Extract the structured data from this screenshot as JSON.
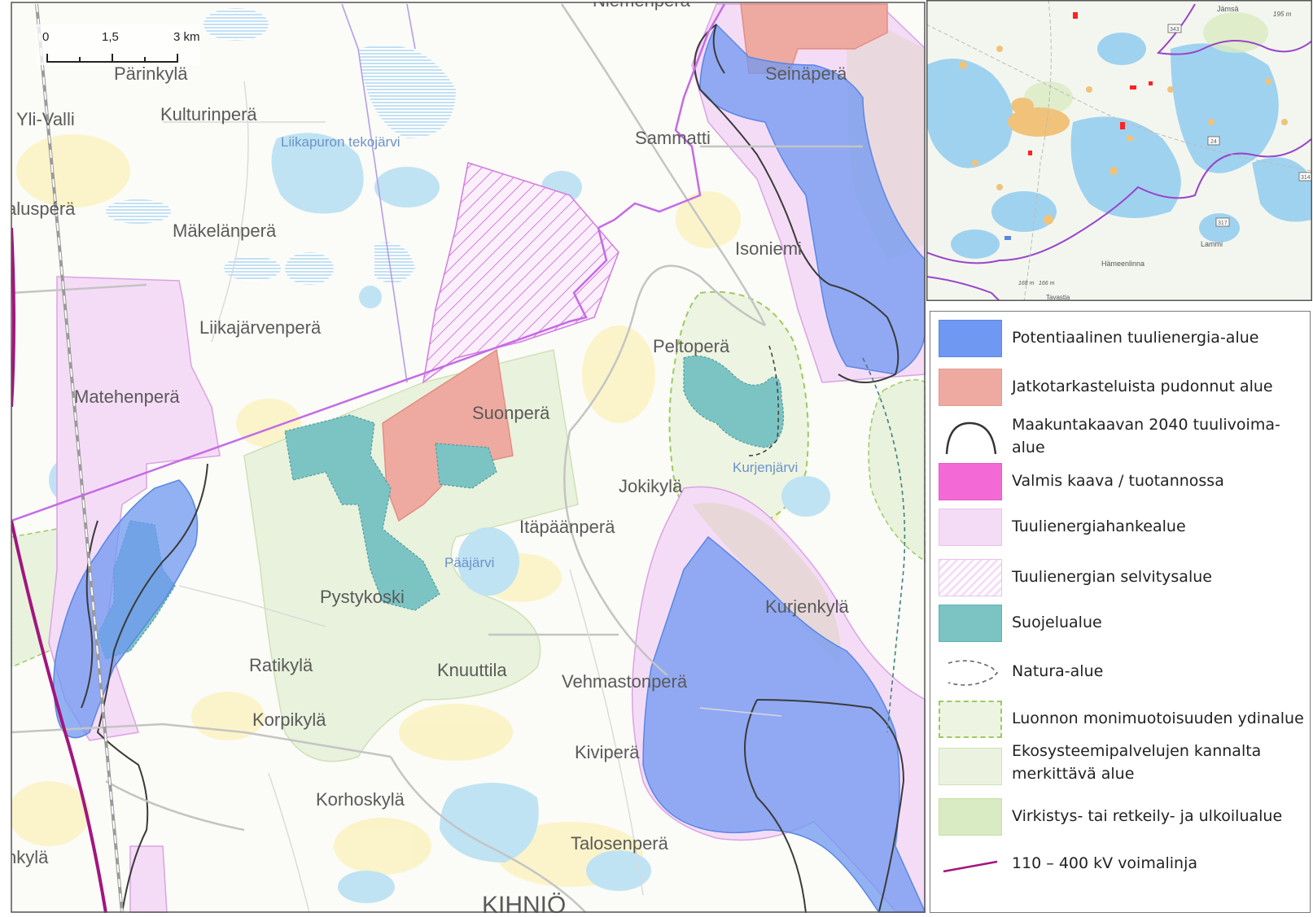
{
  "map": {
    "scale_bar": {
      "ticks": [
        "0",
        "1,5",
        "3 km"
      ]
    },
    "place_labels": [
      {
        "text": "Pärinkylä"
      },
      {
        "text": "Yli-Valli"
      },
      {
        "text": "Kulturinperä"
      },
      {
        "text": "Sammatti"
      },
      {
        "text": "Seinäperä"
      },
      {
        "text": "aluspérä"
      },
      {
        "text": "Mäkelänperä"
      },
      {
        "text": "Isoniemi"
      },
      {
        "text": "Liikajärvenperä"
      },
      {
        "text": "Peltoperä"
      },
      {
        "text": "Matehenperä"
      },
      {
        "text": "Suonperä"
      },
      {
        "text": "Jokikylä"
      },
      {
        "text": "Itäpäänperä"
      },
      {
        "text": "Pystykoski"
      },
      {
        "text": "Kurjenkylä"
      },
      {
        "text": "Ratikylä"
      },
      {
        "text": "Knuuttila"
      },
      {
        "text": "Vehmastonperä"
      },
      {
        "text": "Korpikylä"
      },
      {
        "text": "Kiviperä"
      },
      {
        "text": "Korhoskylä"
      },
      {
        "text": "Talosenperä"
      },
      {
        "text": "nkylä"
      },
      {
        "text": "KIHNIÖ"
      },
      {
        "text": "Niemenperä"
      }
    ],
    "water_labels": [
      {
        "text": "Liikapuron tekojärvi"
      },
      {
        "text": "Kurjenjärvi"
      },
      {
        "text": "Pääjärvi"
      }
    ]
  },
  "inset": {
    "labels": [
      {
        "text": "Jämsä"
      },
      {
        "text": "195 m"
      },
      {
        "text": "343"
      },
      {
        "text": "24"
      },
      {
        "text": "314"
      },
      {
        "text": "317"
      },
      {
        "text": "Lammi"
      },
      {
        "text": "Hämeenlinna"
      },
      {
        "text": "168 m"
      },
      {
        "text": "166 m"
      },
      {
        "text": "Tavastia"
      }
    ]
  },
  "legend": {
    "items": [
      {
        "label": "Potentiaalinen tuulienergia-alue",
        "swatch": "blue-fill",
        "color": "#6f98f2"
      },
      {
        "label": "Jatkotarkasteluista pudonnut alue",
        "swatch": "salmon-fill",
        "color": "#eeaaa0"
      },
      {
        "label": "Maakuntakaavan 2040 tuulivoima-alue",
        "swatch": "black-arc-outline",
        "color": "#333333"
      },
      {
        "label": "Valmis kaava / tuotannossa",
        "swatch": "magenta-fill",
        "color": "#f36ad6"
      },
      {
        "label": "Tuulienergiahankealue",
        "swatch": "light-pink-fill",
        "color": "#f5dcf6"
      },
      {
        "label": "Tuulienergian selvitysalue",
        "swatch": "hatched-pink",
        "color": "#e9c3ee"
      },
      {
        "label": "Suojelualue",
        "swatch": "teal-fill",
        "color": "#7cc4c4"
      },
      {
        "label": "Natura-alue",
        "swatch": "grey-dashed-outline",
        "color": "#777777"
      },
      {
        "label": "Luonnon monimuotoisuuden ydinalue",
        "swatch": "green-dashed-fill",
        "color": "#9ccb62"
      },
      {
        "label_line1": "Ekosysteemipalvelujen kannalta",
        "label_line2": "merkittävä alue",
        "swatch": "light-green-fill",
        "color": "#ebf3e0"
      },
      {
        "label": "Virkistys- tai retkeily- ja ulkoilualue",
        "swatch": "green-fill",
        "color": "#d9ebc2"
      },
      {
        "label": "110 – 400 kV voimalinja",
        "swatch": "purple-line",
        "color": "#a3157f"
      }
    ]
  }
}
